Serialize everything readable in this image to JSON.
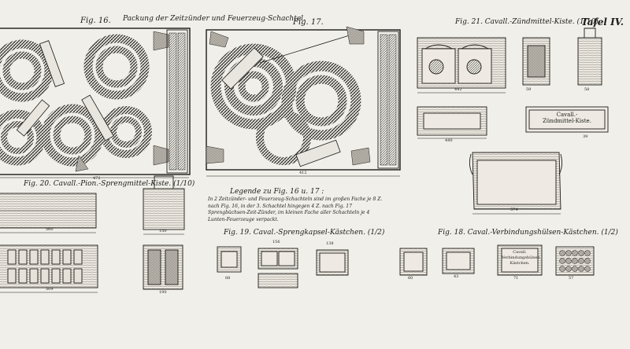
{
  "plate": {
    "number_label": "Tafel IV.",
    "top_caption": "Packung der Zeitzünder und Feuerzeug-Schachtel."
  },
  "figures": {
    "fig16": {
      "label": "Fig. 16."
    },
    "fig17": {
      "label": "Fig. 17."
    },
    "fig21": {
      "label": "Fig. 21. Cavall.-Zündmittel-Kiste. (1/10)"
    },
    "fig20": {
      "label": "Fig. 20. Cavall.-Pion.-Sprengmittel-Kiste. (1/10)"
    },
    "fig19": {
      "label": "Fig. 19. Caval.-Sprengkapsel-Kästchen. (1/2)"
    },
    "fig18": {
      "label": "Fig. 18. Caval.-Verbindungshülsen-Kästchen. (1/2)"
    }
  },
  "legend": {
    "title": "Legende zu Fig. 16 u. 17 :",
    "body": "In 2 Zeitzünder- und Feuerzeug-Schachteln sind im großen Fache je 8 Z. nach Fig. 16, in der 3. Schachtel hingegen 4 Z. nach Fig. 17 Sprengbüchsen-Zeit-Zünder, im kleinen Fache aller Schachteln je 4 Lunten-Feuerzeuge verpackt."
  },
  "box_labels": {
    "kiste_line1": "Cavall.-",
    "kiste_line2": "Zündmittel-Kiste.",
    "kaestchen_line1": "Cavall.",
    "kaestchen_line2": "Verbindungshülsen",
    "kaestchen_line3": "Kästchen."
  },
  "dimensions": [
    "472",
    "412",
    "442",
    "440",
    "574",
    "560",
    "509",
    "150",
    "190",
    "156",
    "138",
    "88",
    "60",
    "43",
    "71",
    "57",
    "59",
    "58",
    "39"
  ]
}
